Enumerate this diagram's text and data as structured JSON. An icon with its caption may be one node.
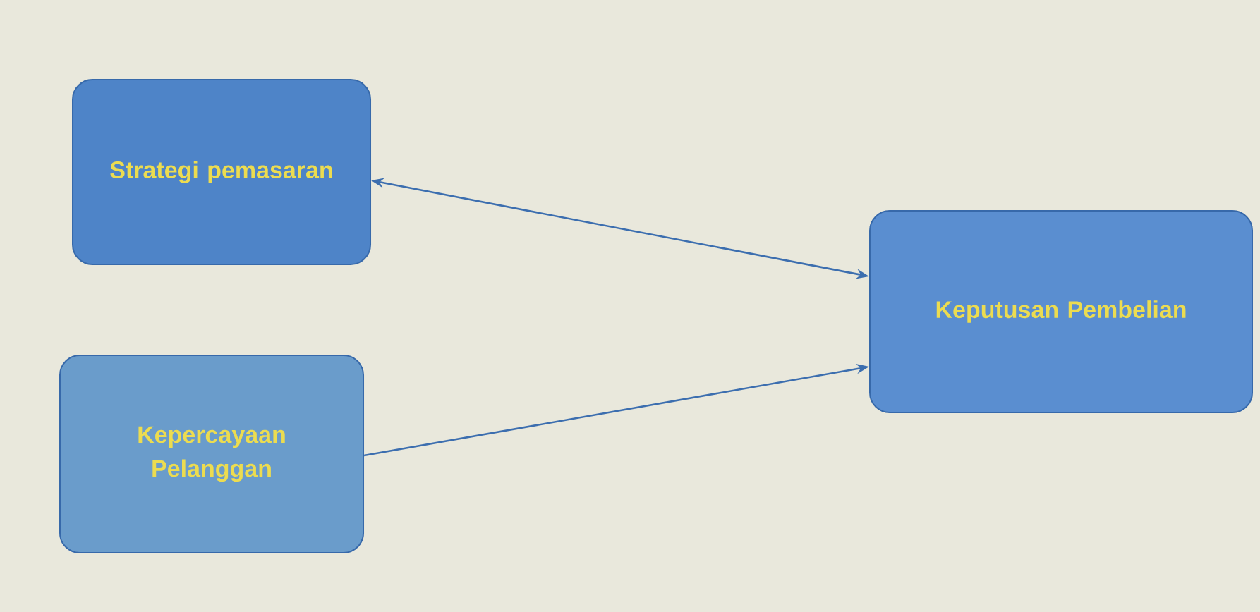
{
  "diagram": {
    "nodes": [
      {
        "text": [
          "Strategi pemasaran"
        ]
      },
      {
        "text": [
          "Kepercayaan Pelanggan"
        ]
      },
      {
        "text": [
          "Keputusan Pembelian"
        ]
      }
    ],
    "edges": [
      {
        "from": 0,
        "to": 2,
        "arrow": "both"
      },
      {
        "from": 1,
        "to": 2,
        "arrow": "to"
      }
    ]
  }
}
